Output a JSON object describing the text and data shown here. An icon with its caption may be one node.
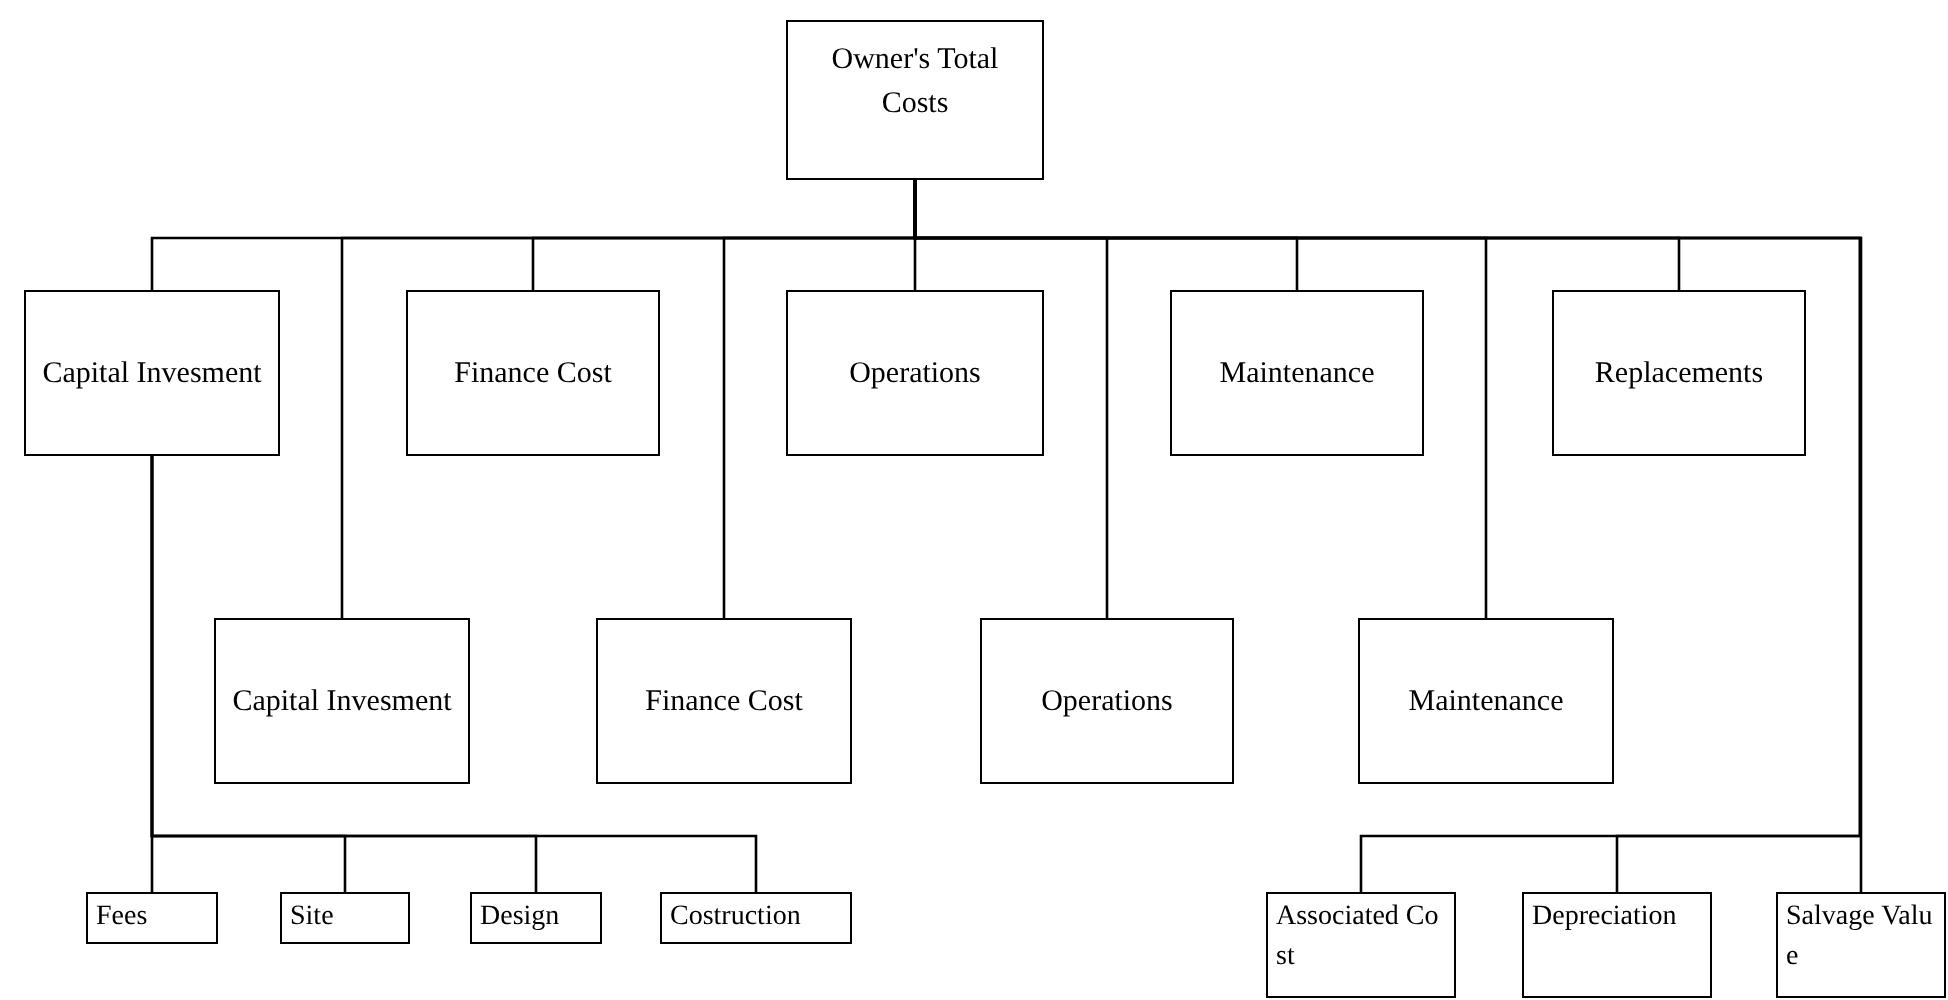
{
  "diagram": {
    "nodes": [
      {
        "text": [
          "Owner's Total Costs"
        ]
      },
      {
        "text": [
          "Capital Invesment"
        ]
      },
      {
        "text": [
          "Finance Cost"
        ]
      },
      {
        "text": [
          "Operations"
        ]
      },
      {
        "text": [
          "Maintenance"
        ]
      },
      {
        "text": [
          "Replacements"
        ]
      },
      {
        "text": [
          "Capital Invesment"
        ]
      },
      {
        "text": [
          "Finance Cost"
        ]
      },
      {
        "text": [
          "Operations"
        ]
      },
      {
        "text": [
          "Maintenance"
        ]
      },
      {
        "text": [
          "Fees"
        ]
      },
      {
        "text": [
          "Site"
        ]
      },
      {
        "text": [
          "Design"
        ]
      },
      {
        "text": [
          "Costruction"
        ]
      },
      {
        "text": [
          "Associated Cost"
        ]
      },
      {
        "text": [
          "Depreciation"
        ]
      },
      {
        "text": [
          "Salvage Value"
        ]
      }
    ],
    "edges": [
      {
        "from": 0,
        "to": 1,
        "arrow": "none"
      },
      {
        "from": 0,
        "to": 2,
        "arrow": "none"
      },
      {
        "from": 0,
        "to": 3,
        "arrow": "none"
      },
      {
        "from": 0,
        "to": 4,
        "arrow": "none"
      },
      {
        "from": 0,
        "to": 5,
        "arrow": "none"
      },
      {
        "from": 0,
        "to": 6,
        "arrow": "none"
      },
      {
        "from": 0,
        "to": 7,
        "arrow": "none"
      },
      {
        "from": 0,
        "to": 8,
        "arrow": "none"
      },
      {
        "from": 0,
        "to": 9,
        "arrow": "none"
      },
      {
        "from": 0,
        "to": 16,
        "arrow": "none"
      },
      {
        "from": 0,
        "to": 14,
        "arrow": "none"
      },
      {
        "from": 0,
        "to": 15,
        "arrow": "none"
      },
      {
        "from": 1,
        "to": 10,
        "arrow": "none"
      },
      {
        "from": 1,
        "to": 11,
        "arrow": "none"
      },
      {
        "from": 1,
        "to": 12,
        "arrow": "none"
      },
      {
        "from": 1,
        "to": 13,
        "arrow": "none"
      }
    ]
  }
}
